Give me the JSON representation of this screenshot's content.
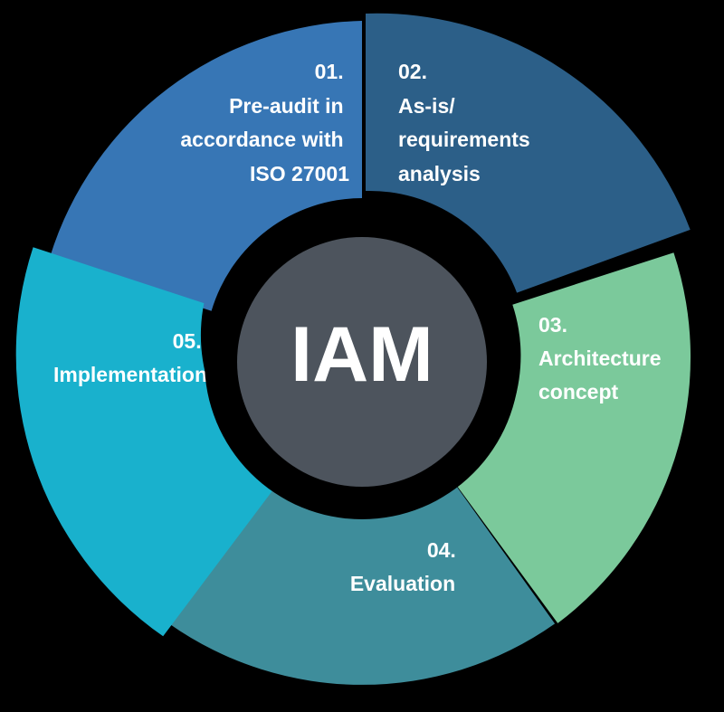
{
  "center": {
    "label": "IAM",
    "fill": "#4d545d",
    "ring_color": "#000000"
  },
  "segments": [
    {
      "id": "preaudit",
      "number": "01.",
      "lines": [
        "Pre-audit in",
        "accordance with",
        "ISO 27001"
      ],
      "color": "#3776b5"
    },
    {
      "id": "asis",
      "number": "02.",
      "lines": [
        "As-is/",
        "requirements",
        "analysis"
      ],
      "color": "#2c5f88"
    },
    {
      "id": "architecture",
      "number": "03.",
      "lines": [
        "Architecture",
        "concept"
      ],
      "color": "#7bc99b"
    },
    {
      "id": "evaluation",
      "number": "04.",
      "lines": [
        "Evaluation"
      ],
      "color": "#3e8d9b"
    },
    {
      "id": "implementation",
      "number": "05.",
      "lines": [
        "Implementation"
      ],
      "color": "#19b1cd"
    }
  ]
}
